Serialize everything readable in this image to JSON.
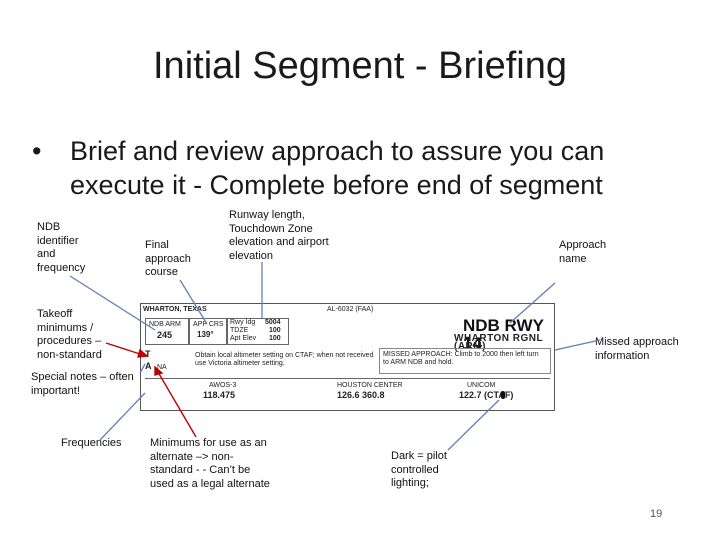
{
  "slide": {
    "title": "Initial Segment - Briefing",
    "bullet_marker": "•",
    "bullet": "Brief and review approach to assure you can execute it - Complete before end of segment",
    "page_number": "19"
  },
  "callouts": {
    "ndb_identifier": "NDB identifier and frequency",
    "final_course": "Final approach course",
    "runway_info": "Runway length, Touchdown Zone elevation and airport elevation",
    "approach_name": "Approach name",
    "takeoff": "Takeoff minimums / procedures – non-standard",
    "special_notes": "Special notes – often important!",
    "missed": "Missed approach information",
    "frequencies": "Frequencies",
    "alternate": "Minimums for use as an alternate –> non-standard - - Can’t be used as a legal alternate",
    "lighting": "Dark = pilot controlled lighting;"
  },
  "chart": {
    "location": "WHARTON, TEXAS",
    "procedure_id": "AL-6032 (FAA)",
    "ndb_label": "NDB ARM",
    "ndb_freq": "245",
    "app_crs_label": "APP CRS",
    "app_crs_value": "139°",
    "rwy_ldg_label": "Rwy Idg",
    "rwy_ldg_value": "5004",
    "tdze_label": "TDZE",
    "tdze_value": "100",
    "apt_elev_label": "Apt Elev",
    "apt_elev_value": "100",
    "approach_title": "NDB RWY 14",
    "airport": "WHARTON RGNL (ARM)",
    "note_1": "Obtain local altimeter setting on CTAF; when not received use Victoria altimeter setting.",
    "missed_text": "MISSED APPROACH: Climb to 2000 then left turn to ARM NDB and hold.",
    "awos_label": "AWOS-3",
    "awos_freq": "118.475",
    "center_label": "HOUSTON CENTER",
    "center_freq": "126.6 360.8",
    "unicom_label": "UNICOM",
    "unicom_freq": "122.7 (CTAF)",
    "takeoff_symbol": "T",
    "alt_symbol": "A",
    "alt_na": "NA"
  }
}
